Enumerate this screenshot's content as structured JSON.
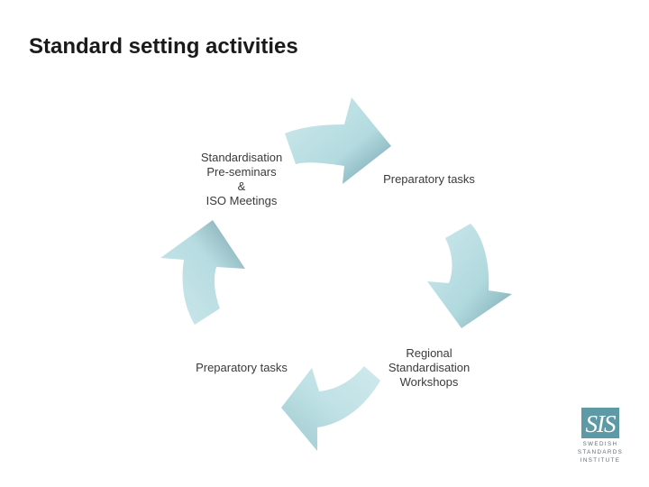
{
  "title": "Standard setting activities",
  "colors": {
    "arrow_light": "#c4e4e8",
    "arrow_mid": "#a4d0d6",
    "arrow_dark": "#6f9ea8",
    "logo_blue": "#5e9aa6"
  },
  "cycle": {
    "steps": [
      {
        "lines": [
          "Standardisation",
          "Pre-seminars",
          "&",
          "ISO Meetings"
        ]
      },
      {
        "lines": [
          "Preparatory tasks"
        ]
      },
      {
        "lines": [
          "Regional",
          "Standardisation",
          "Workshops"
        ]
      },
      {
        "lines": [
          "Preparatory tasks"
        ]
      }
    ]
  },
  "logo": {
    "mark_text": "SIS",
    "lines": [
      "SWEDISH",
      "STANDARDS",
      "INSTITUTE"
    ]
  }
}
